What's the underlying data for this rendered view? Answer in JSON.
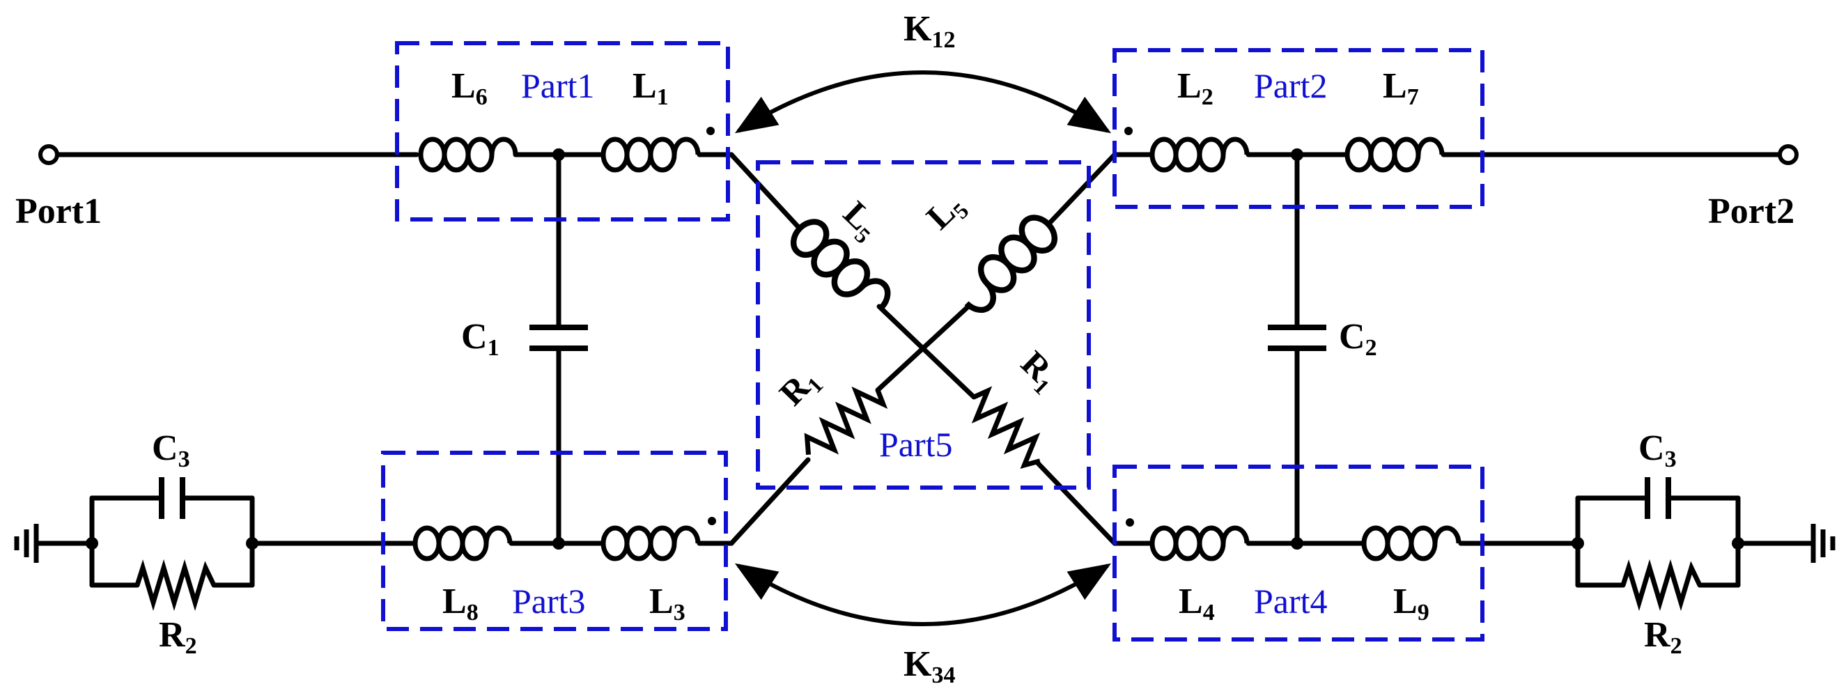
{
  "colors": {
    "wire": "#000000",
    "part_box": "#1010d0",
    "background": "#ffffff"
  },
  "ports": {
    "left": "Port1",
    "right": "Port2"
  },
  "parts": {
    "p1": "Part1",
    "p2": "Part2",
    "p3": "Part3",
    "p4": "Part4",
    "p5": "Part5"
  },
  "components": {
    "L6": {
      "base": "L",
      "sub": "6"
    },
    "L1": {
      "base": "L",
      "sub": "1"
    },
    "L2": {
      "base": "L",
      "sub": "2"
    },
    "L7": {
      "base": "L",
      "sub": "7"
    },
    "L8": {
      "base": "L",
      "sub": "8"
    },
    "L3": {
      "base": "L",
      "sub": "3"
    },
    "L4": {
      "base": "L",
      "sub": "4"
    },
    "L9": {
      "base": "L",
      "sub": "9"
    },
    "L5a": {
      "base": "L",
      "sub": "5"
    },
    "L5b": {
      "base": "L",
      "sub": "5"
    },
    "R1a": {
      "base": "R",
      "sub": "1"
    },
    "R1b": {
      "base": "R",
      "sub": "1"
    },
    "C1": {
      "base": "C",
      "sub": "1"
    },
    "C2": {
      "base": "C",
      "sub": "2"
    },
    "C3a": {
      "base": "C",
      "sub": "3"
    },
    "C3b": {
      "base": "C",
      "sub": "3"
    },
    "R2a": {
      "base": "R",
      "sub": "2"
    },
    "R2b": {
      "base": "R",
      "sub": "2"
    }
  },
  "couplings": {
    "K12": {
      "base": "K",
      "sub": "12"
    },
    "K34": {
      "base": "K",
      "sub": "34"
    }
  }
}
